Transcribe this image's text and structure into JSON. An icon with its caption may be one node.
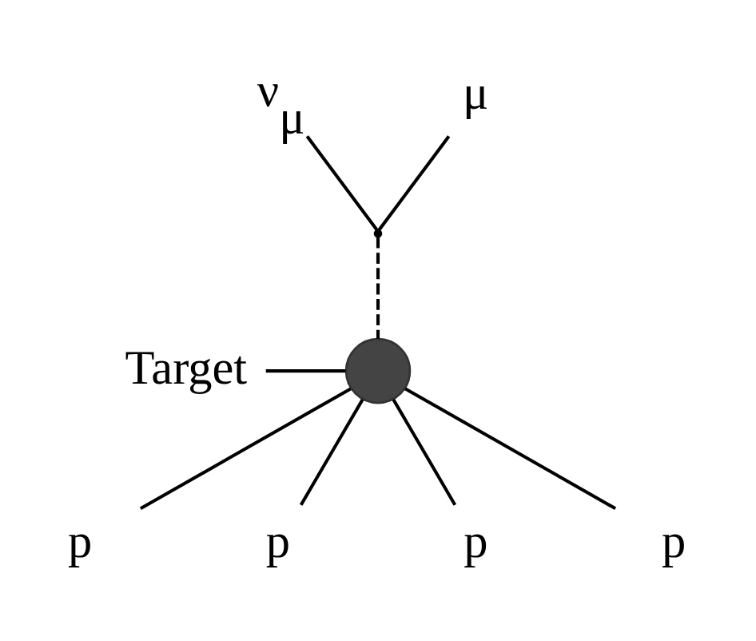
{
  "diagram": {
    "nodes": [
      {
        "text": [
          "ν$_{μ}$"
        ]
      },
      {
        "text": [
          "μ"
        ]
      },
      {
        "text": [],
        "shape": "point"
      },
      {
        "text": [],
        "shape": "circle"
      },
      {
        "text": [
          "Target"
        ]
      },
      {
        "text": [
          "p"
        ]
      },
      {
        "text": [
          "p"
        ]
      },
      {
        "text": [
          "p"
        ]
      },
      {
        "text": [
          "p"
        ]
      }
    ],
    "edges": [
      {
        "from": 0,
        "to": 2,
        "arrow": "none"
      },
      {
        "from": 2,
        "to": 1,
        "arrow": "none"
      },
      {
        "from": 2,
        "to": 3,
        "arrow": "none",
        "style": "dashed"
      },
      {
        "from": 4,
        "to": 3,
        "arrow": "none"
      },
      {
        "from": 3,
        "to": 5,
        "arrow": "none"
      },
      {
        "from": 3,
        "to": 6,
        "arrow": "none"
      },
      {
        "from": 3,
        "to": 7,
        "arrow": "none"
      },
      {
        "from": 3,
        "to": 8,
        "arrow": "none"
      }
    ]
  }
}
